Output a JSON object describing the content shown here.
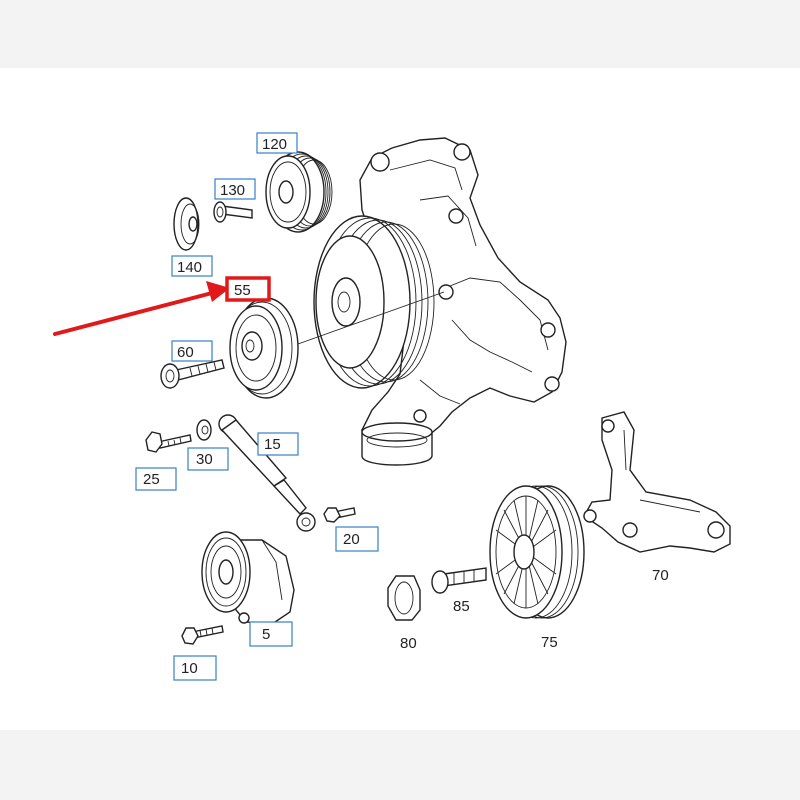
{
  "labels": {
    "p120": "120",
    "p130": "130",
    "p140": "140",
    "p55": "55",
    "p60": "60",
    "p25": "25",
    "p30": "30",
    "p15": "15",
    "p20": "20",
    "p5": "5",
    "p10": "10",
    "p70": "70",
    "p85": "85",
    "p80": "80",
    "p75": "75"
  },
  "colors": {
    "highlight": "#e01a1a",
    "label_box_border": "#3a7fc8",
    "line": "#222222",
    "background": "#f3f3f3",
    "panel": "#ffffff"
  }
}
